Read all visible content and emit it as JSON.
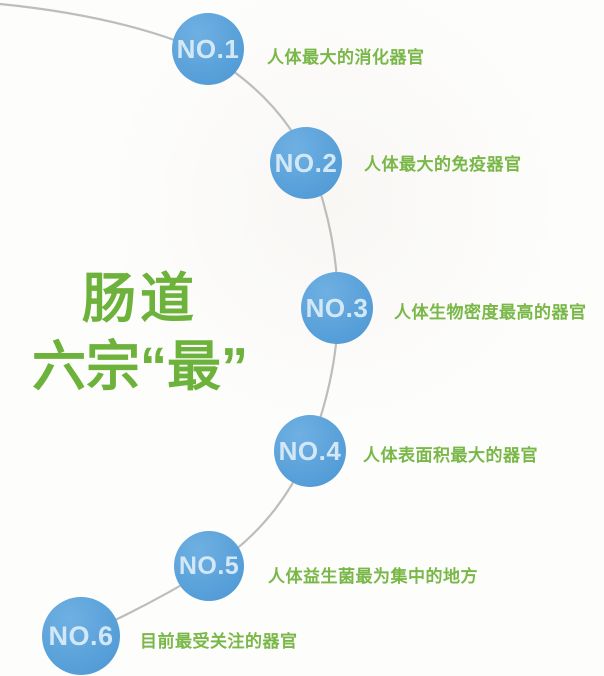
{
  "title": {
    "line1": "肠道",
    "line2": "六宗“最”"
  },
  "items": [
    {
      "number": "NO.1",
      "label": "人体最大的消化器官"
    },
    {
      "number": "NO.2",
      "label": "人体最大的免疫器官"
    },
    {
      "number": "NO.3",
      "label": "人体生物密度最高的器官"
    },
    {
      "number": "NO.4",
      "label": "人体表面积最大的器官"
    },
    {
      "number": "NO.5",
      "label": "人体益生菌最为集中的地方"
    },
    {
      "number": "NO.6",
      "label": "目前最受关注的器官"
    }
  ],
  "colors": {
    "circle_blue": "#58a0d9",
    "circle_text": "#d3e8f7",
    "label_green": "#79b848",
    "title_green": "#6db23b",
    "line_gray": "#bdbdbd",
    "background": "#fdfdfc"
  }
}
